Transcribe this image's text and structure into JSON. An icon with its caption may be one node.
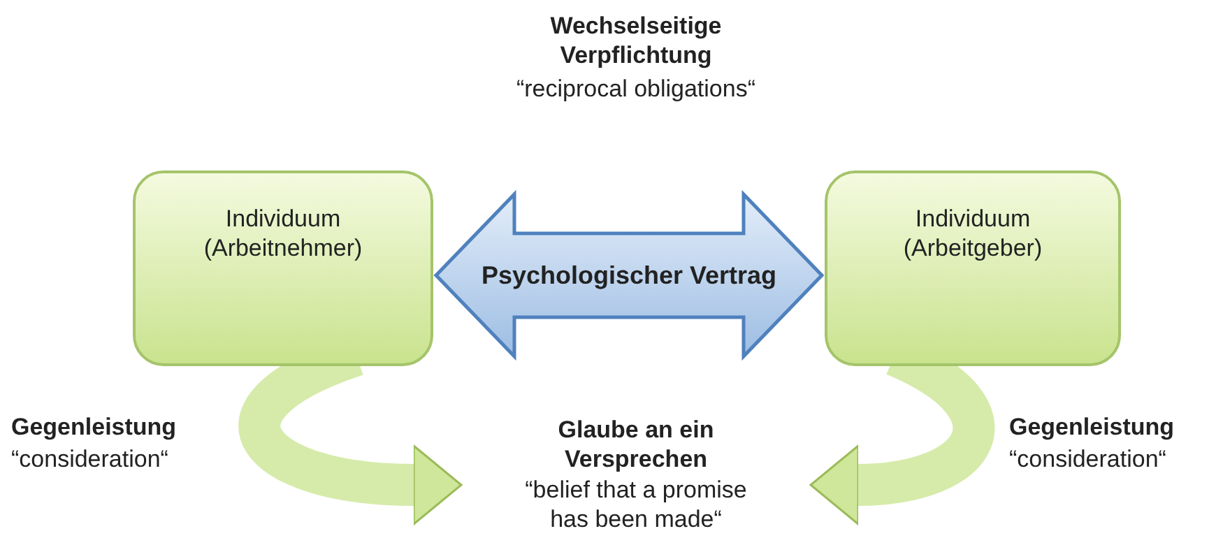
{
  "diagram": {
    "nodes": [
      {
        "text": [
          "Individuum (Arbeitnehmer)"
        ]
      },
      {
        "text": [
          "Individuum (Arbeitgeber)"
        ]
      },
      {
        "text": [
          "Glaube an ein Versprechen",
          "“belief that a promise has been made“"
        ]
      }
    ],
    "edges": [
      {
        "from": 0,
        "to": 1,
        "arrow": "both",
        "label": "Psychologischer Vertrag",
        "color": "#4f81bd"
      },
      {
        "from": 0,
        "to": 2,
        "arrow": "to"
      },
      {
        "from": 1,
        "to": 2,
        "arrow": "to"
      }
    ],
    "labels": [
      "Wechselseitige Verpflichtung",
      "“reciprocal obligations“",
      "Gegenleistung",
      "“consideration“",
      "Gegenleistung",
      "“consideration“"
    ]
  }
}
